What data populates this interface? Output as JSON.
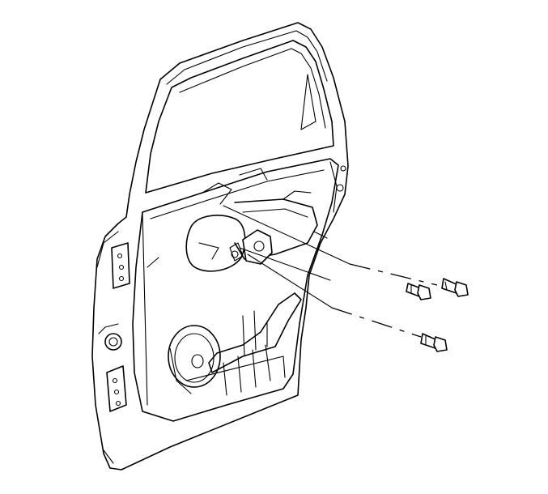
{
  "figure": {
    "subject": "rear-door-inner-panel",
    "parts": [
      "door-frame",
      "window-frame",
      "inner-panel",
      "speaker-opening",
      "hinge-plate-upper",
      "hinge-plate-lower",
      "latch-area",
      "bolt-upper",
      "bolt-middle",
      "bolt-lower"
    ]
  },
  "colors": {
    "line": "#000000",
    "background": "#ffffff"
  }
}
